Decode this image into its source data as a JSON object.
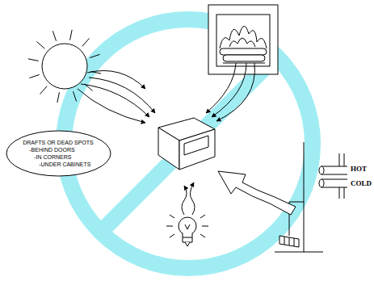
{
  "diagram": {
    "nodes": [
      {
        "text": [
          "DRAFTS OR DEAD SPOTS",
          "-BEHIND DOORS",
          "-IN CORNERS",
          "-UNDER CABINETS"
        ]
      }
    ],
    "labels": [
      "HOT",
      "COLD"
    ]
  }
}
